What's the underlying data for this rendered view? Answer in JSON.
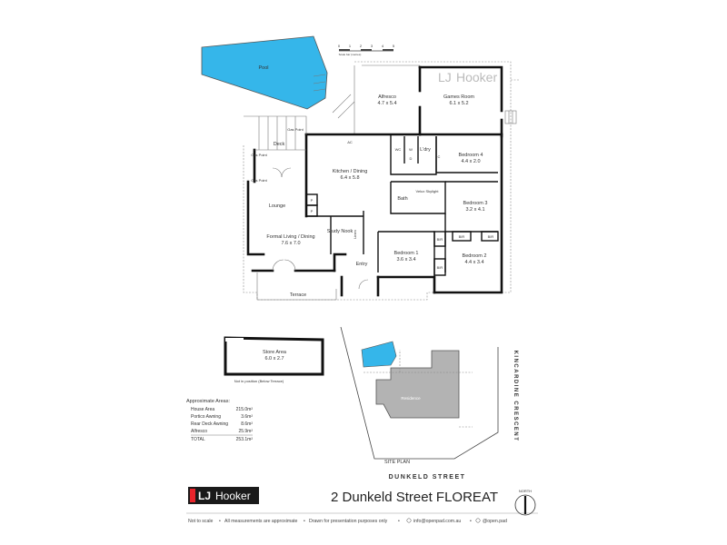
{
  "scale_label": "Scale bar (metres)",
  "scale_ticks": [
    "0",
    "1",
    "2",
    "3",
    "4",
    "5"
  ],
  "rooms": {
    "pool": "Pool",
    "alfresco": {
      "name": "Alfresco",
      "dim": "4.7 x 5.4"
    },
    "games": {
      "name": "Games Room",
      "dim": "6.1 x 5.2"
    },
    "kitchen": {
      "name": "Kitchen / Dining",
      "dim": "6.4 x 5.8"
    },
    "deck": "Deck",
    "gas1": "Gas Point",
    "gas2": "Gas Point",
    "gas3": "Gas Point",
    "ac": "AC",
    "wc": "WC",
    "w": "W",
    "d": "D",
    "laundry": "L'dry",
    "c": "C",
    "bed4": {
      "name": "Bedroom 4",
      "dim": "4.4 x 2.0"
    },
    "bed3": {
      "name": "Bedroom 3",
      "dim": "3.2 x 4.1"
    },
    "bath": "Bath",
    "velux": "Velux Skylight",
    "lounge": "Lounge",
    "formal": {
      "name": "Formal Living / Dining",
      "dim": "7.6 x 7.0"
    },
    "study": "Study Nook",
    "bed1": {
      "name": "Bedroom 1",
      "dim": "3.6 x 3.4"
    },
    "bed2": {
      "name": "Bedroom 2",
      "dim": "4.4 x 3.4"
    },
    "bir1": "BIR",
    "bir2": "BIR",
    "bir3": "BIR",
    "bir4": "BIR",
    "entry": "Entry",
    "terrace": "Terrace",
    "p1": "P",
    "p2": "P",
    "linen": "Linen",
    "store": {
      "name": "Store Area",
      "dim": "6.0 x 2.7"
    },
    "store_note": "Not in position (Below Terrace)"
  },
  "areas": {
    "title": "Approximate Areas:",
    "rows": [
      {
        "label": "House Area",
        "value": "215.0m²"
      },
      {
        "label": "Portico Awning",
        "value": "3.6m²"
      },
      {
        "label": "Rear Deck Awning",
        "value": "8.6m²"
      },
      {
        "label": "Alfresco",
        "value": "25.9m²"
      },
      {
        "label": "TOTAL",
        "value": "253.1m²"
      }
    ]
  },
  "site": {
    "residence": "Residence",
    "site_plan": "SITE PLAN",
    "street1": "DUNKELD STREET",
    "street2": "KINCARDINE CRESCENT"
  },
  "brand": {
    "logo_lj": "LJ",
    "logo_name": "Hooker",
    "address": "2 Dunkeld Street FLOREAT",
    "north": "NORTH",
    "colors": {
      "pool": "#35b6ea",
      "logo_bg": "#1a1a1a",
      "logo_accent": "#e8242b",
      "residence": "#b3b3b3"
    }
  },
  "footer": {
    "items": [
      "Not to scale",
      "All measurements are approximate",
      "Drawn for presentation purposes only",
      "info@openpad.com.au",
      "@open.pad"
    ]
  }
}
